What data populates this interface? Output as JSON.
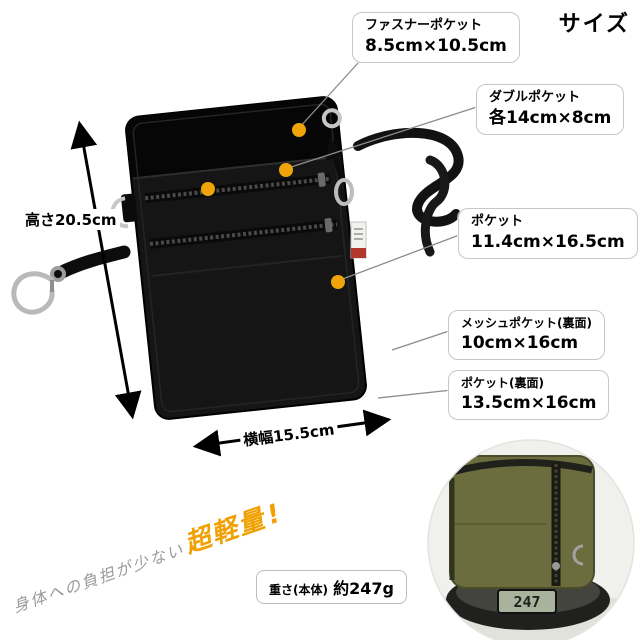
{
  "title": "サイズ",
  "callouts": [
    {
      "label": "ファスナーポケット",
      "size": "8.5cm×10.5cm"
    },
    {
      "label": "ダブルポケット",
      "size": "各14cm×8cm"
    },
    {
      "label": "ポケット",
      "size": "11.4cm×16.5cm"
    },
    {
      "label": "メッシュポケット(裏面)",
      "size": "10cm×16cm"
    },
    {
      "label": "ポケット(裏面)",
      "size": "13.5cm×16cm"
    }
  ],
  "dimensions": {
    "height_label": "高さ20.5cm",
    "width_label": "横幅15.5cm"
  },
  "weight": {
    "label": "重さ(本体)",
    "value": "約247g"
  },
  "tagline": {
    "gray": "身体への負担が少ない",
    "accent": "超軽量",
    "mark": "!"
  },
  "photo": {
    "scale_display": "247"
  },
  "colors": {
    "marker_dot": "#F1A40A",
    "accent_orange": "#F0A000",
    "bag_black": "#151515",
    "photo_bag_olive": "#6C6D3E"
  }
}
